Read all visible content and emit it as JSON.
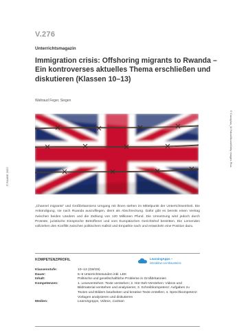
{
  "document": {
    "code": "V.276",
    "kicker": "Unterrichtsmagazin",
    "title": "Immigration crisis: Offshoring migrants to Rwanda – Ein kontroverses aktuelles Thema erschließen und diskutieren (Klassen 10–13)",
    "author": "Waltraud Feger, Siegen",
    "copyright_left": "© RAABE 2022",
    "photo_credit": "© Cunaplus_M.Faba/iStock/Getty Images Plus",
    "lead": "„Channel migrants“ und Großbritanniens Umgang mit ihnen stehen im Mittelpunkt der Unterrichtseinheit. Die Ankündigung, sie nach Ruanda auszufliegen, dient als Abschreckung. Dafür gibt es bereits einen Vertrag zwischen beiden Ländern und die Zahlung von 120 Millionen Pfund. Die Umsetzung wird jedoch durch Proteste, juristische Einsprüche Betroffener und vom Europäischen Gerichtshof bestritten. Die Lernenden vollziehen den Konflikt zwischen politischem Kalkül und Empathie nach und entwickeln eine Position dazu."
  },
  "profile": {
    "heading": "KOMPETENZPROFIL",
    "badge": {
      "line1": "LearningApps –",
      "line2": "interaktive Lernbausteine",
      "icon": "learningapps-logo-icon",
      "color": "#2a8bc9"
    },
    "rows": [
      {
        "key": "Klassenstufe:",
        "value": "10–13 (G8/G9)"
      },
      {
        "key": "Dauer:",
        "value": "5–6 Unterrichtsstunden inkl. LEK"
      },
      {
        "key": "Inhalt:",
        "value": "Politische und gesellschaftliche Probleme in Großbritannien"
      },
      {
        "key": "Kompetenzen:",
        "value": "1. Leseverstehen: Texte verstehen; 2. Hör-Seh-Verstehen: Videos und Bildmaterial verstehen und analysieren; 3. Schreibkompetenz: Aufgaben zu Texten und Bildern bearbeiten und kreative Texte erstellen; 4. Sprechkompetenz: Vorlagen analysieren und diskutieren"
      },
      {
        "key": "Medien:",
        "value": "LearningApps, Videos, Cartoon"
      }
    ]
  },
  "colors": {
    "accent": "#2a8bc9",
    "flag_red": "#c8102e",
    "flag_blue": "#1b2f6e"
  }
}
